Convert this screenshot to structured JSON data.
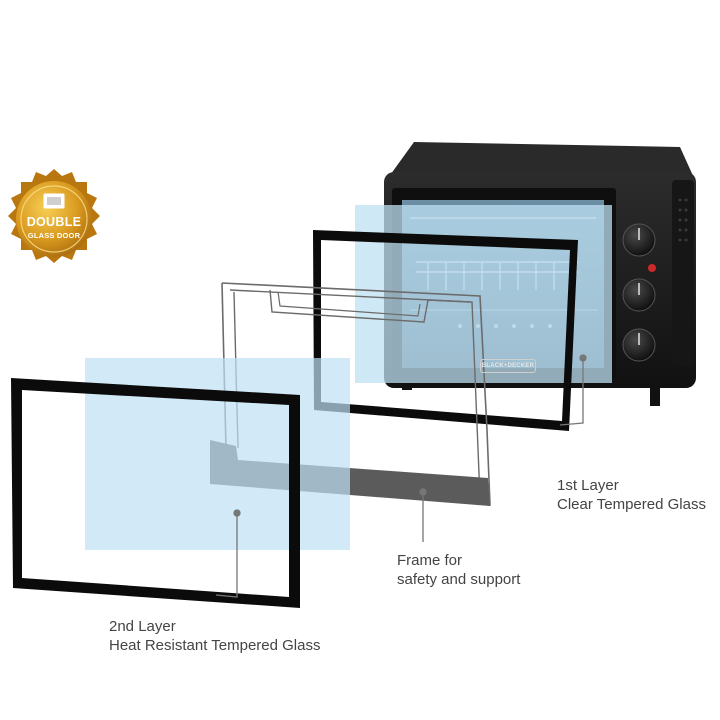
{
  "badge": {
    "line1": "DOUBLE",
    "line2": "GLASS DOOR"
  },
  "oven": {
    "brand": "BLACK+DECKER"
  },
  "callouts": {
    "layer1": {
      "line1": "1st Layer",
      "line2": "Clear Tempered Glass"
    },
    "frame": {
      "line1": "Frame for",
      "line2": "safety and support"
    },
    "layer2": {
      "line1": "2nd Layer",
      "line2": "Heat Resistant Tempered Glass"
    }
  },
  "colors": {
    "glass": "#bfe0f3",
    "frame_black": "#0b0b0b",
    "frame_gray": "#5b5b5b",
    "badge_gold": "#d69a1e",
    "oven_body": "#1c1c1c",
    "leader_line": "#777777"
  }
}
